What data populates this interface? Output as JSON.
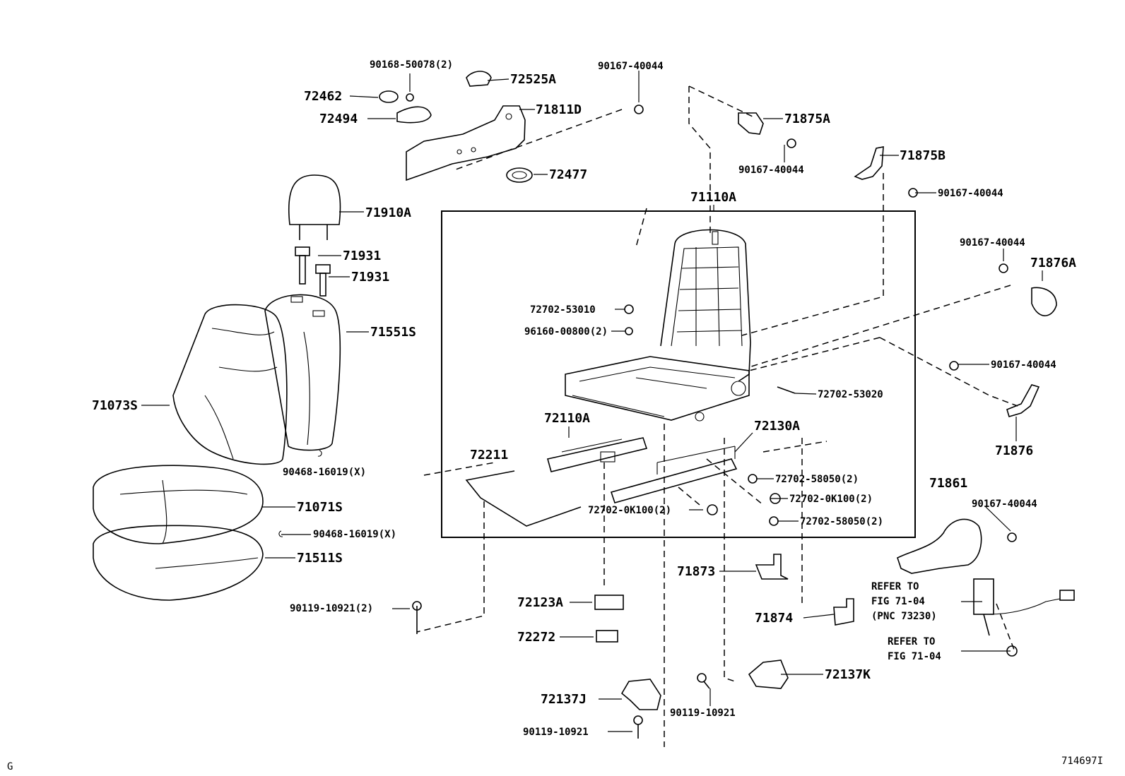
{
  "labels": {
    "p90168_50078": "90168-50078(2)",
    "p72525A": "72525A",
    "p90167_40044_a": "90167-40044",
    "p72462": "72462",
    "p72494": "72494",
    "p71811D": "71811D",
    "p71875A": "71875A",
    "p90167_40044_b": "90167-40044",
    "p71875B": "71875B",
    "p72477": "72477",
    "p90167_40044_c": "90167-40044",
    "p71110A": "71110A",
    "p71910A": "71910A",
    "p71931_a": "71931",
    "p71931_b": "71931",
    "p90167_40044_d": "90167-40044",
    "p71876A": "71876A",
    "p72702_53010": "72702-53010",
    "p96160_00800": "96160-00800(2)",
    "p71551S": "71551S",
    "p90167_40044_e": "90167-40044",
    "p72702_53020": "72702-53020",
    "p71073S": "71073S",
    "p72110A": "72110A",
    "p72130A": "72130A",
    "p71876": "71876",
    "p72211": "72211",
    "p90468_16019_a": "90468-16019(X)",
    "p72702_58050_a": "72702-58050(2)",
    "p71861": "71861",
    "p72702_0K100_a": "72702-0K100(2)",
    "p90167_40044_f": "90167-40044",
    "p71071S": "71071S",
    "p72702_0K100_b": "72702-0K100(2)",
    "p72702_58050_b": "72702-58050(2)",
    "p90468_16019_b": "90468-16019(X)",
    "p71511S": "71511S",
    "p71873": "71873",
    "refer1_line1": "REFER TO",
    "refer1_line2": "FIG 71-04",
    "refer1_line3": "(PNC 73230)",
    "p72123A": "72123A",
    "p90119_10921_2": "90119-10921(2)",
    "p71874": "71874",
    "p72272": "72272",
    "refer2_line1": "REFER TO",
    "refer2_line2": "FIG 71-04",
    "p72137K": "72137K",
    "p72137J": "72137J",
    "p90119_10921_a": "90119-10921",
    "p90119_10921_b": "90119-10921",
    "corner_left": "G",
    "figure_id": "714697I"
  }
}
